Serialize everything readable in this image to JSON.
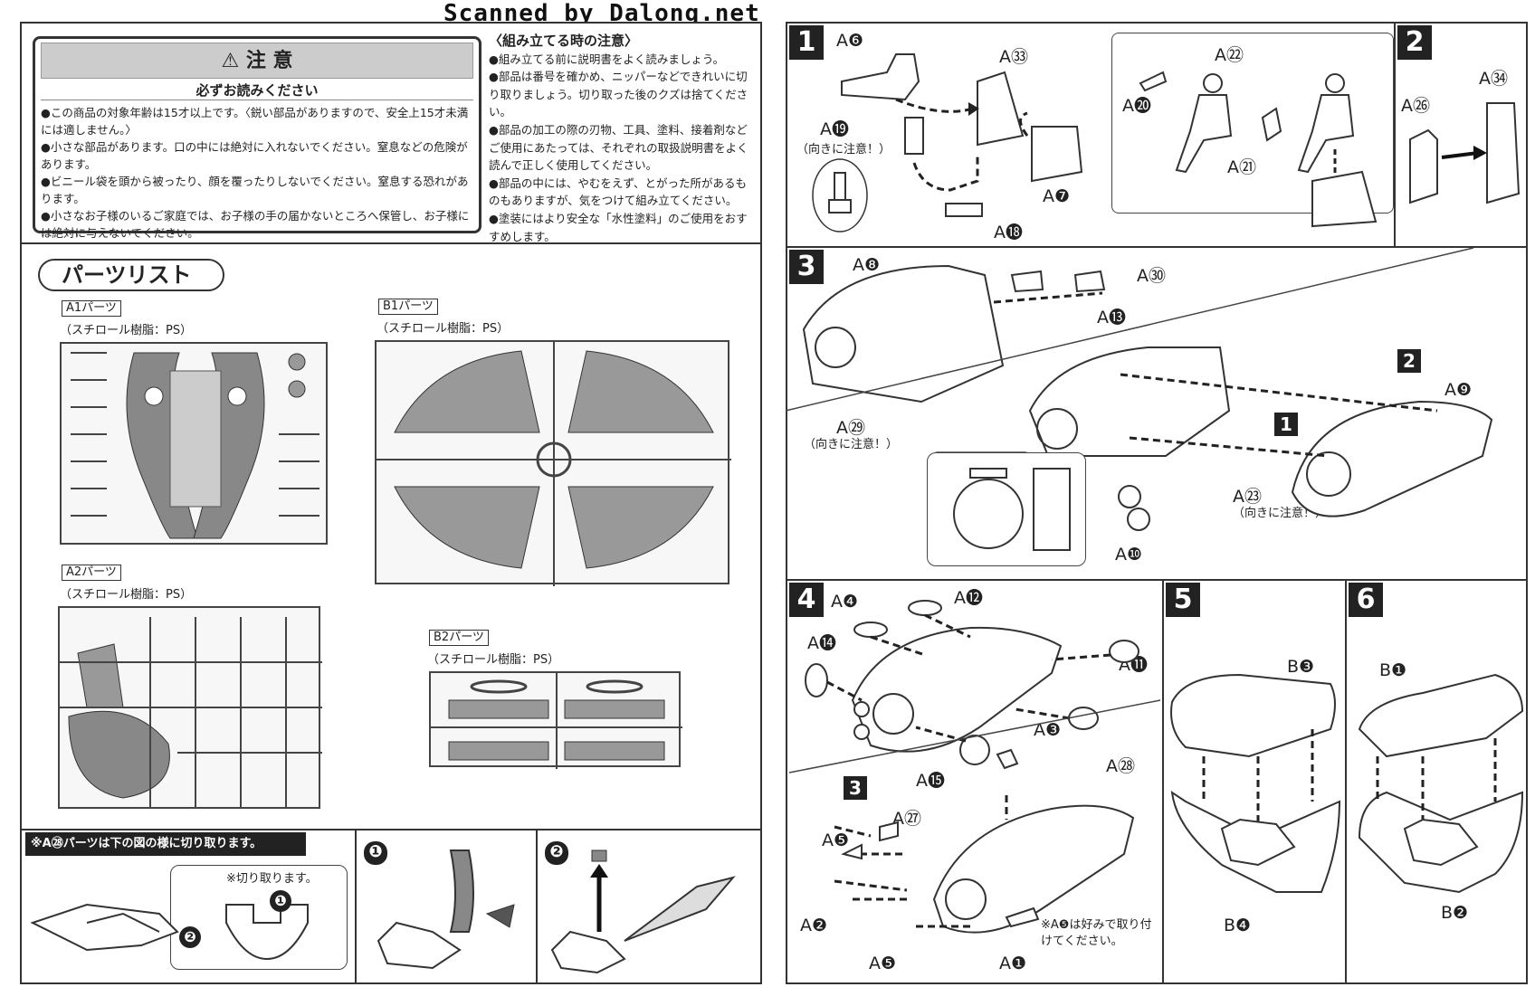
{
  "watermark": "Scanned by Dalong.net",
  "caution": {
    "heading": "注 意",
    "subheading": "必ずお読みください",
    "items": [
      "●この商品の対象年齢は15才以上です。〈鋭い部品がありますので、安全上15才未満には適しません。〉",
      "●小さな部品があります。口の中には絶対に入れないでください。窒息などの危険があります。",
      "●ビニール袋を頭から被ったり、顔を覆ったりしないでください。窒息する恐れがあります。",
      "●小さなお子様のいるご家庭では、お子様の手の届かないところへ保管し、お子様には絶対に与えないでください。"
    ]
  },
  "assembly_notes": {
    "heading": "〈組み立てる時の注意〉",
    "items": [
      "●組み立てる前に説明書をよく読みましょう。",
      "●部品は番号を確かめ、ニッパーなどできれいに切り取りましょう。切り取った後のクズは捨てください。",
      "●部品の加工の際の刃物、工具、塗料、接着剤などご使用にあたっては、それぞれの取扱説明書をよく読んで正しく使用してください。",
      "●部品の中には、やむをえず、とがった所があるものもありますが、気をつけて組み立てください。",
      "●塗装にはより安全な「水性塗料」のご使用をおすすめします。"
    ]
  },
  "parts_list": {
    "title": "パーツリスト",
    "runners": [
      {
        "name": "A1パーツ",
        "material": "（スチロール樹脂：PS）"
      },
      {
        "name": "B1パーツ",
        "material": "（スチロール樹脂：PS）"
      },
      {
        "name": "A2パーツ",
        "material": "（スチロール樹脂：PS）"
      },
      {
        "name": "B2パーツ",
        "material": "（スチロール樹脂：PS）"
      }
    ]
  },
  "cut_note": {
    "heading": "※A㉘パーツは下の図の様に切り取ります。",
    "cut_label": "※切り取ります。",
    "steps": [
      "❶",
      "❷"
    ]
  },
  "steps": [
    {
      "number": "1",
      "labels": [
        "A❻",
        "A㉝",
        "A⓳",
        "A❼",
        "A⓲"
      ],
      "note": "（向きに注意！）"
    },
    {
      "labels": [
        "A㉒",
        "A⓴",
        "A㉑"
      ]
    },
    {
      "number": "2",
      "labels": [
        "A㉞",
        "A㉖"
      ]
    },
    {
      "number": "3",
      "labels": [
        "A❽",
        "A㉚",
        "A⓭",
        "A㉙",
        "A❾",
        "A㉓",
        "A❿"
      ],
      "notes": [
        "（向きに注意！）",
        "（向きに注意！）"
      ],
      "refs": [
        "2",
        "1"
      ]
    },
    {
      "number": "4",
      "labels": [
        "A❹",
        "A⓬",
        "A⓮",
        "A⓫",
        "A❸",
        "A⓯",
        "A㉘",
        "A㉗",
        "A❺",
        "A❷",
        "A❺",
        "A❶"
      ],
      "ref": "3",
      "note": "※A❺は好みで取り付けてください。"
    },
    {
      "number": "5",
      "labels": [
        "B❸",
        "B❹"
      ]
    },
    {
      "number": "6",
      "labels": [
        "B❶",
        "B❷"
      ]
    }
  ]
}
